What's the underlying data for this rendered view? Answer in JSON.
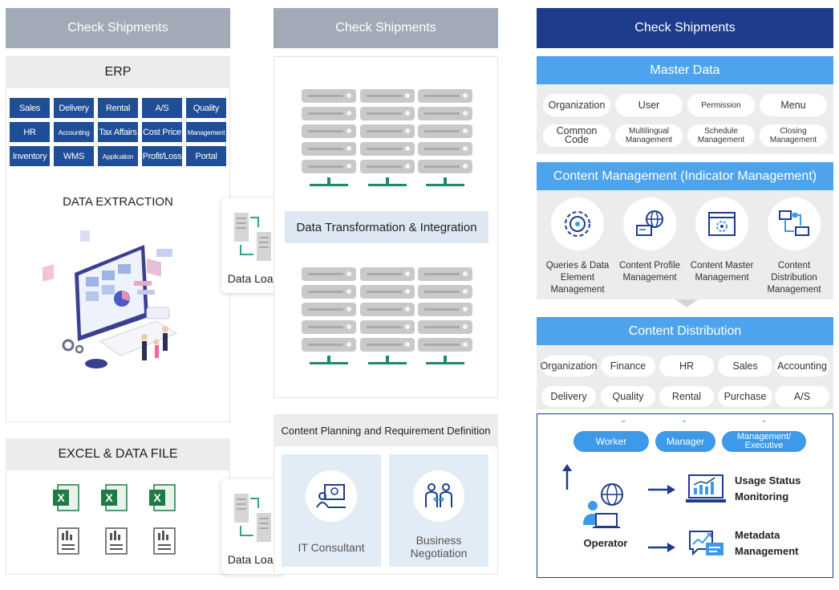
{
  "headers": {
    "col1": "Check Shipments",
    "col2": "Check Shipments",
    "col3": "Check Shipments"
  },
  "erp": {
    "title": "ERP",
    "modules": [
      "Sales",
      "Delivery",
      "Rental",
      "A/S",
      "Quality",
      "HR",
      "Accounting",
      "Tax Affairs",
      "Cost Price",
      "Management",
      "Inventory",
      "WMS",
      "Application",
      "Profit/Loss",
      "Portal"
    ]
  },
  "data_extraction": {
    "title": "DATA EXTRACTION"
  },
  "excel": {
    "title": "EXCEL & DATA FILE"
  },
  "data_load": {
    "top": "Data Load",
    "bottom": "Data Load"
  },
  "transform": {
    "label": "Data Transformation & Integration"
  },
  "planning": {
    "title": "Content Planning and Requirement Definition",
    "it_consultant": "IT Consultant",
    "business_line1": "Business",
    "business_line2": "Negotiation"
  },
  "master_data": {
    "title": "Master Data",
    "items": [
      "Organization",
      "User",
      "Permission",
      "Menu",
      "Common Code",
      "Multilingual\nManagement",
      "Schedule\nManagement",
      "Closing\nManagement"
    ]
  },
  "content_management": {
    "title": "Content Management (Indicator Management)",
    "items": [
      {
        "line1": "Queries & Data",
        "line2": "Element",
        "line3": "Management"
      },
      {
        "line1": "Content Profile",
        "line2": "Management",
        "line3": ""
      },
      {
        "line1": "Content Master",
        "line2": "Management",
        "line3": ""
      },
      {
        "line1": "Content",
        "line2": "Distribution",
        "line3": "Management"
      }
    ]
  },
  "content_distribution": {
    "title": "Content Distribution",
    "items": [
      "Organization",
      "Finance",
      "HR",
      "Sales",
      "Accounting",
      "Delivery",
      "Quality",
      "Rental",
      "Purchase",
      "A/S"
    ]
  },
  "operator": {
    "roles": [
      "Worker",
      "Manager",
      "Management/\nExecutive"
    ],
    "operator_label": "Operator",
    "usage_line1": "Usage Status",
    "usage_line2": "Monitoring",
    "meta_line1": "Metadata",
    "meta_line2": "Management"
  },
  "colors": {
    "navy": "#1e3c8c",
    "light_blue": "#4ea4ec",
    "gray_header": "#a3aab7",
    "teal": "#1d8a6e"
  }
}
